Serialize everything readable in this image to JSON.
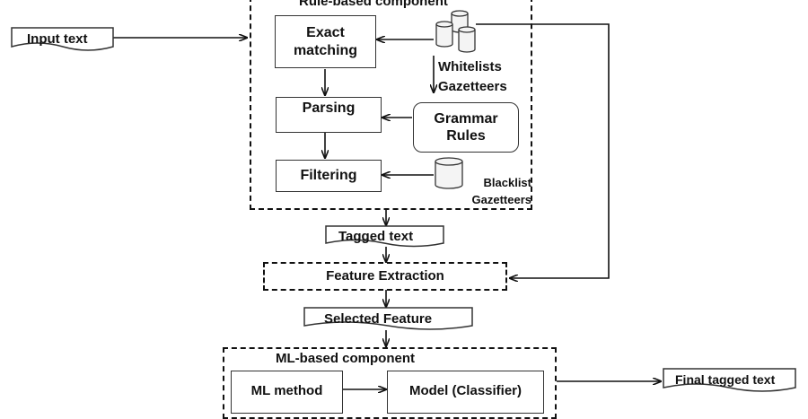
{
  "rule_component": {
    "title": "Rule-based component",
    "exact_matching": "Exact matching",
    "parsing": "Parsing",
    "filtering": "Filtering",
    "whitelist_label": "Whitelists Gazetteers",
    "grammar_rules": "Grammar Rules",
    "blacklist_label": "Blacklist Gazetteers"
  },
  "input_text": "Input text",
  "tagged_text": "Tagged text",
  "feature_extraction": "Feature Extraction",
  "selected_feature": "Selected Feature",
  "ml_component": {
    "title": "ML-based component",
    "ml_method": "ML method",
    "model": "Model (Classifier)"
  },
  "final_tagged_text": "Final tagged text",
  "colors": {
    "line": "#111111",
    "box_border": "#333333",
    "db_fill": "#f4f4f4"
  }
}
